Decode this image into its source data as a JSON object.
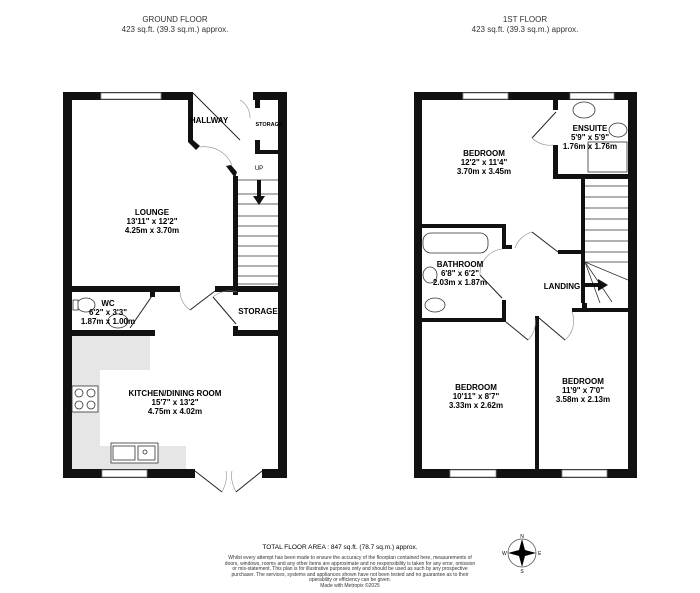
{
  "ground_floor": {
    "title": "GROUND FLOOR",
    "area": "423 sq.ft. (39.3 sq.m.) approx.",
    "rooms": [
      {
        "name": "HALLWAY"
      },
      {
        "name": "STORAGE"
      },
      {
        "name": "LOUNGE",
        "imperial": "13'11\"  x 12'2\"",
        "metric": "4.25m  x 3.70m"
      },
      {
        "name": "WC",
        "imperial": "6'2\"  x 3'3\"",
        "metric": "1.87m  x 1.00m"
      },
      {
        "name": "STORAGE"
      },
      {
        "name": "KITCHEN/DINING ROOM",
        "imperial": "15'7\"  x 13'2\"",
        "metric": "4.75m  x 4.02m"
      }
    ],
    "stairs_label": "UP"
  },
  "first_floor": {
    "title": "1ST FLOOR",
    "area": "423 sq.ft. (39.3 sq.m.) approx.",
    "rooms": [
      {
        "name": "BEDROOM",
        "imperial": "12'2\"  x 11'4\"",
        "metric": "3.70m  x 3.45m"
      },
      {
        "name": "ENSUITE",
        "imperial": "5'9\"  x 5'9\"",
        "metric": "1.76m  x 1.76m"
      },
      {
        "name": "BATHROOM",
        "imperial": "6'8\"  x 6'2\"",
        "metric": "2.03m  x 1.87m"
      },
      {
        "name": "LANDING"
      },
      {
        "name": "BEDROOM",
        "imperial": "10'11\"  x 8'7\"",
        "metric": "3.33m  x 2.62m"
      },
      {
        "name": "BEDROOM",
        "imperial": "11'9\"  x 7'0\"",
        "metric": "3.58m  x 2.13m"
      }
    ]
  },
  "total_area": "TOTAL FLOOR AREA : 847 sq.ft. (78.7 sq.m.) approx.",
  "disclaimer": "Whilst every attempt has been made to ensure the accuracy of the floorplan contained here, measurements of doors, windows, rooms and any other items are approximate and no responsibility is taken for any error, omission or mis-statement. This plan is for illustrative purposes only and should be used as such by any prospective purchaser. The services, systems and appliances shown have not been tested and no guarantee as to their operability or efficiency can be given.",
  "credit": "Made with Metropix ©2025",
  "compass": {
    "n": "N",
    "e": "E",
    "s": "S",
    "w": "W"
  },
  "colors": {
    "wall": "#111111",
    "worktop": "#e6e6e6"
  }
}
